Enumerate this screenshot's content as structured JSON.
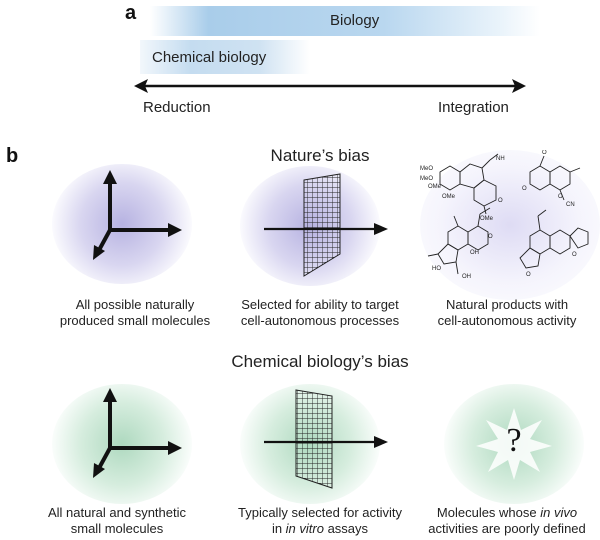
{
  "panel_a": {
    "letter": "a",
    "biology_label": "Biology",
    "chemical_biology_label": "Chemical biology",
    "left_label": "Reduction",
    "right_label": "Integration"
  },
  "panel_b": {
    "letter": "b",
    "natures_bias": {
      "title": "Nature’s bias",
      "captions": [
        {
          "line1": "All possible naturally",
          "line2": "produced small molecules"
        },
        {
          "line1": "Selected for ability to target",
          "line2": "cell-autonomous processes"
        },
        {
          "line1": "Natural products with",
          "line2": "cell-autonomous activity"
        }
      ],
      "structure_labels": [
        "MeO",
        "MeO",
        "OMe",
        "OMe",
        "OMe",
        "NH",
        "O",
        "O",
        "O",
        "O",
        "CN",
        "OH",
        "HO",
        "OH",
        "O",
        "O",
        "O"
      ]
    },
    "chemical_biology_bias": {
      "title": "Chemical biology’s bias",
      "captions": [
        {
          "line1": "All natural and synthetic",
          "line2": "small molecules"
        },
        {
          "line1": "Typically selected for activity",
          "line2_pre": "in ",
          "line2_italic": "in vitro",
          "line2_post": " assays"
        },
        {
          "line1_pre": "Molecules whose ",
          "line1_italic": "in vivo",
          "line1_post": "",
          "line2": "activities are poorly defined"
        }
      ],
      "unknown_symbol": "?"
    },
    "colors": {
      "nature_glow": "#aaa5dc",
      "chem_glow": "#a0d2b4",
      "biology_bar": "#a9cdea",
      "arrow": "#111111"
    }
  }
}
